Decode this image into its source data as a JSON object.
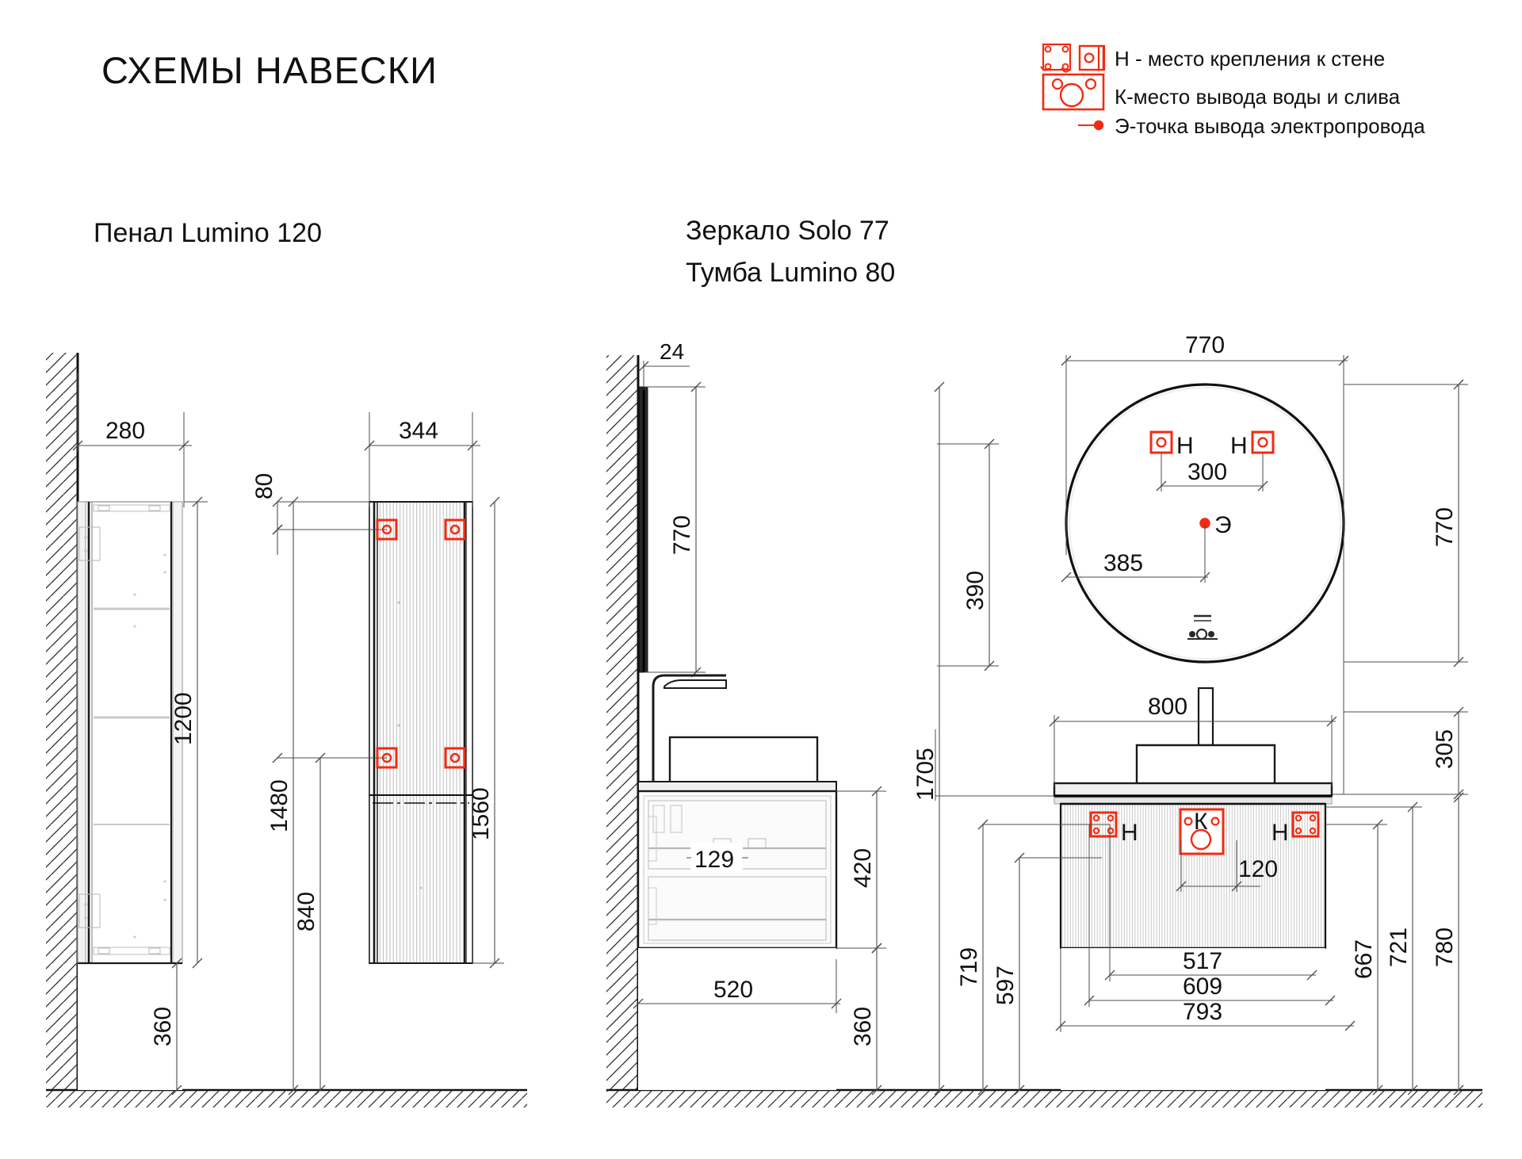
{
  "page": {
    "title": "СХЕМЫ НАВЕСКИ",
    "background": "#ffffff",
    "line_color": "#1a1a1a",
    "dim_color": "#4d4d4d",
    "accent_color": "#f42a10",
    "hatch_color": "#333333"
  },
  "legend": {
    "items": [
      {
        "icon": "wall-mount-bracket-icon",
        "text": "Н - место крепления к стене"
      },
      {
        "icon": "water-drain-outlet-icon",
        "text": "К-место вывода воды и слива"
      },
      {
        "icon": "electric-point-icon",
        "text": "Э-точка вывода электропровода"
      }
    ]
  },
  "sections": {
    "left": {
      "title": "Пенал Lumino 120"
    },
    "right": {
      "title_1": "Зеркало Solo 77",
      "title_2": "Тумба Lumino 80"
    }
  },
  "dimensions": {
    "pencil_case": {
      "depth": "280",
      "width": "344",
      "top_offset": "80",
      "body_height": "1200",
      "mount_span": "1480",
      "total_height": "1560",
      "lower_mount": "840",
      "floor_clearance": "360"
    },
    "vanity_side": {
      "mirror_thickness": "24",
      "mirror_height": "770",
      "drawer_depth": "129",
      "cabinet_height": "420",
      "cabinet_depth": "520",
      "floor_clearance": "360",
      "overall_height": "1705"
    },
    "mirror_front": {
      "diameter_top": "770",
      "mount_spacing": "300",
      "diameter_side": "770",
      "elec_offset_x": "385",
      "elec_offset_y": "390"
    },
    "vanity_front": {
      "top_width": "800",
      "top_to_mirror": "305",
      "mount_inner": "120",
      "mount_to_floor_a": "719",
      "mount_to_floor_b": "597",
      "dim_517": "517",
      "dim_609": "609",
      "dim_793": "793",
      "dim_667": "667",
      "dim_721": "721",
      "dim_780": "780"
    }
  },
  "markers": {
    "mirror": [
      {
        "label": "Н",
        "type": "wall-mount"
      },
      {
        "label": "Н",
        "type": "wall-mount"
      },
      {
        "label": "Э",
        "type": "electric"
      }
    ],
    "vanity": [
      {
        "label": "Н",
        "type": "wall-mount"
      },
      {
        "label": "К",
        "type": "water-drain"
      },
      {
        "label": "Н",
        "type": "wall-mount"
      }
    ]
  }
}
